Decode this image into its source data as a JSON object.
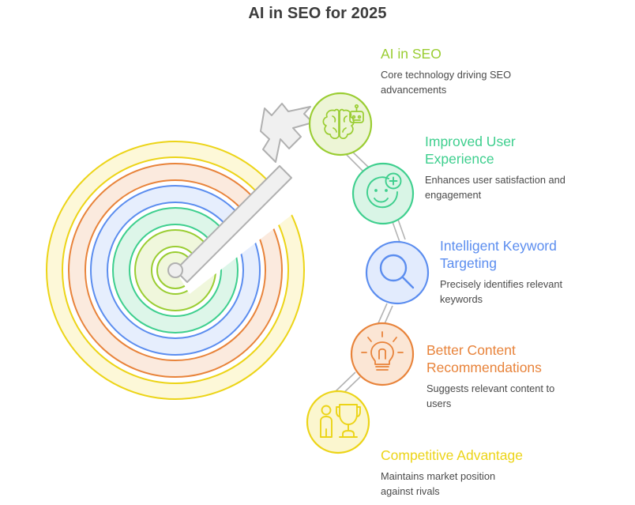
{
  "title": "AI in SEO for 2025",
  "colors": {
    "title_text": "#3c3c3c",
    "body_text": "#4a4a4a",
    "background": "#ffffff",
    "connector": "#b3b3b3",
    "arrow_stroke": "#b0b0b0",
    "arrow_fill": "#f0f0f0"
  },
  "steps": [
    {
      "heading": "AI in SEO",
      "description": "Core technology driving SEO\nadvancements",
      "color": "#9acd32",
      "fill": "#edf5d6",
      "icon": "brain-robot-icon"
    },
    {
      "heading": "Improved User\nExperience",
      "description": "Enhances user satisfaction and\nengagement",
      "color": "#3ecf8e",
      "fill": "#d9f5e6",
      "icon": "smiley-plus-icon"
    },
    {
      "heading": "Intelligent Keyword\nTargeting",
      "description": "Precisely identifies relevant\nkeywords",
      "color": "#5b8def",
      "fill": "#e2ebfd",
      "icon": "magnifier-icon"
    },
    {
      "heading": "Better Content\nRecommendations",
      "description": "Suggests relevant content to\nusers",
      "color": "#e8833a",
      "fill": "#fbe6d5",
      "icon": "lightbulb-icon"
    },
    {
      "heading": "Competitive Advantage",
      "description": "Maintains market position\nagainst rivals",
      "color": "#ecd417",
      "fill": "#fbf6cf",
      "icon": "person-trophy-icon"
    }
  ],
  "target": {
    "name": "dartboard-with-arrow",
    "rings": [
      {
        "stroke": "#ecd417",
        "fill": "#fdf8d8",
        "label": "outer-yellow-ring"
      },
      {
        "stroke": "#e8833a",
        "fill": "#fbeade",
        "label": "orange-ring"
      },
      {
        "stroke": "#5b8def",
        "fill": "#e6eefd",
        "label": "blue-ring"
      },
      {
        "stroke": "#3ecf8e",
        "fill": "#ddf6e9",
        "label": "green-ring"
      },
      {
        "stroke": "#9acd32",
        "fill": "#f0f7dc",
        "label": "inner-green-ring"
      }
    ],
    "arrow_label": "arrow-hitting-bullseye"
  }
}
